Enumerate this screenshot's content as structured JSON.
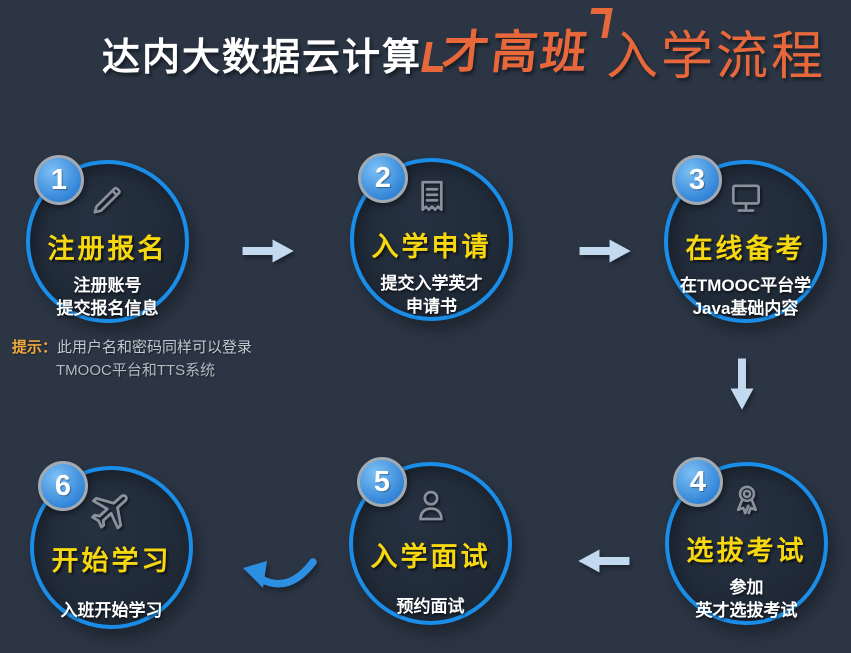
{
  "header": {
    "title_left": "达内大数据云计算",
    "title_badge": "才高班",
    "title_right": "入学流程"
  },
  "tip": {
    "label": "提示：",
    "line1": "此用户名和密码同样可以登录",
    "line2": "TMOOC平台和TTS系统"
  },
  "steps": [
    {
      "number": "1",
      "title": "注册报名",
      "icon": "pencil-icon",
      "desc_lines": [
        "注册账号",
        "提交报名信息"
      ]
    },
    {
      "number": "2",
      "title": "入学申请",
      "icon": "application-document-icon",
      "desc_lines": [
        "提交入学英才",
        "申请书"
      ]
    },
    {
      "number": "3",
      "title": "在线备考",
      "icon": "monitor-icon",
      "desc_lines": [
        "在TMOOC平台学",
        "Java基础内容"
      ]
    },
    {
      "number": "4",
      "title": "选拔考试",
      "icon": "medal-icon",
      "desc_lines": [
        "参加",
        "英才选拔考试"
      ]
    },
    {
      "number": "5",
      "title": "入学面试",
      "icon": "person-icon",
      "desc_lines": [
        "预约面试"
      ]
    },
    {
      "number": "6",
      "title": "开始学习",
      "icon": "airplane-icon",
      "desc_lines": [
        "入班开始学习"
      ]
    }
  ],
  "colors": {
    "background": "#2b3544",
    "circle_fill": "#1f2936",
    "circle_border": "#1a8de8",
    "badge_fill": "#2f82d6",
    "badge_ring": "#a3a9b0",
    "step_title_yellow": "#f7d70e",
    "accent_orange": "#e8683c",
    "arrow_light_blue": "#c2d9f0",
    "arrow_curve_blue": "#2d8fe2",
    "icon_gray": "#8b919c",
    "tip_label_orange": "#efa83e",
    "tip_text_gray": "#c3c9d1"
  }
}
